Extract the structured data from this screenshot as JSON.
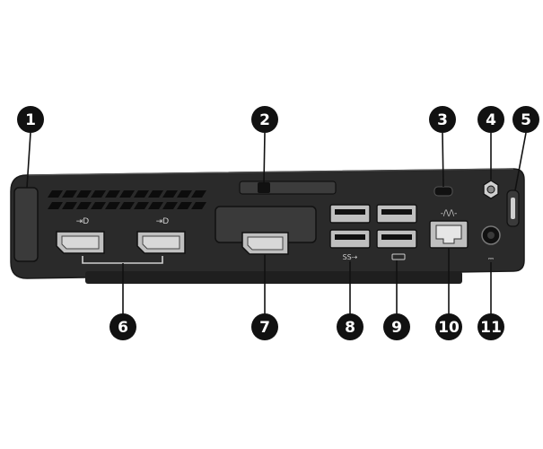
{
  "diagram": {
    "subject": "computer rear panel",
    "colors": {
      "chassis": "#2a2a2a",
      "port": "#bfbfbf",
      "callout": "#111111",
      "callout_text": "#ffffff"
    },
    "callouts": [
      {
        "n": "1",
        "part": "power-cord-cover"
      },
      {
        "n": "2",
        "part": "security-slot-latch"
      },
      {
        "n": "3",
        "part": "security-cable-slot"
      },
      {
        "n": "4",
        "part": "antenna-connector"
      },
      {
        "n": "5",
        "part": "padlock-loop"
      },
      {
        "n": "6",
        "part": "displayport-connectors"
      },
      {
        "n": "7",
        "part": "optional-port"
      },
      {
        "n": "8",
        "part": "usb-superspeed-ports"
      },
      {
        "n": "9",
        "part": "usb-ports"
      },
      {
        "n": "10",
        "part": "rj45-network-jack"
      },
      {
        "n": "11",
        "part": "power-connector"
      }
    ]
  }
}
